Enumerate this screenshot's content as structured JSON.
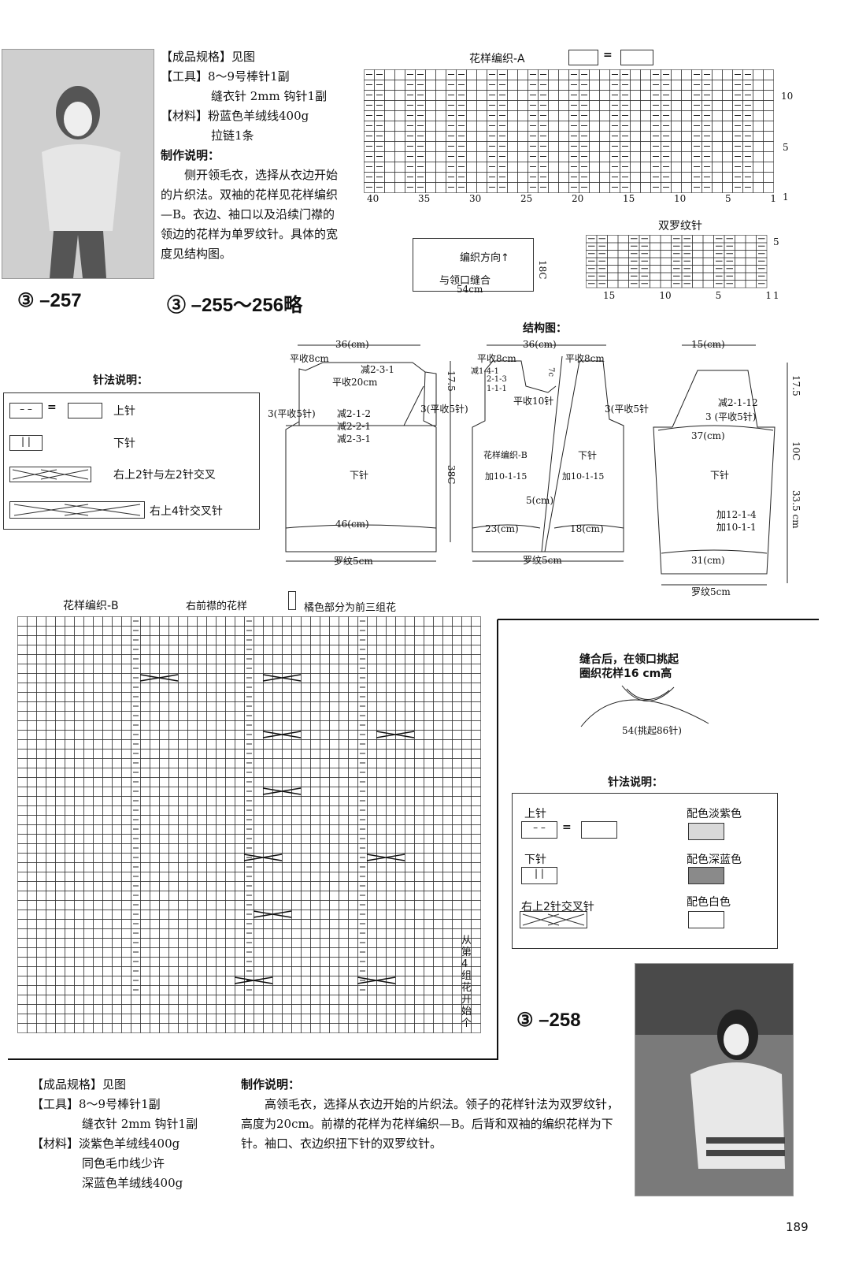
{
  "p257": {
    "spec_lines": [
      "【成品规格】见图",
      "【工具】8～9号棒针1副",
      "缝衣针 2mm 钩针1副",
      "【材料】粉蓝色羊绒线400g",
      "拉链1条"
    ],
    "instr_title": "制作说明：",
    "instr_text": "侧开领毛衣，选择从衣边开始的片织法。双袖的花样见花样编织—B。衣边、袖口以及沿续门襟的领边的花样为单罗纹针。具体的宽度见结构图。",
    "id": "③ –257",
    "omitted": "③ –255～256略"
  },
  "patternA": {
    "title": "花样编织-A",
    "row_labels": [
      "10",
      "5",
      "1"
    ],
    "col_labels": [
      "40",
      "35",
      "30",
      "25",
      "20",
      "15",
      "10",
      "5",
      "1"
    ]
  },
  "small_piece": {
    "dir": "编织方向↑",
    "seam": "与领口缝合",
    "w": "54cm",
    "h": "18C"
  },
  "double_rib": {
    "title": "双罗纹针",
    "row_labels": [
      "5",
      "1"
    ],
    "col_labels": [
      "15",
      "10",
      "5",
      "1"
    ]
  },
  "structure": {
    "title": "结构图：",
    "back": {
      "top": "36(cm)",
      "l1": "平收8cm",
      "l2": "减2-3-1",
      "l3": "平收20cm",
      "side": "3(平收5针)",
      "d1": "减2-1-2",
      "d2": "减2-2-1",
      "d3": "减2-3-1",
      "center": "下针",
      "bottom": "46(cm)",
      "rib": "罗纹5cm",
      "h1": "17.5",
      "h2": "38C"
    },
    "front": {
      "top": "36(cm)",
      "l1": "平收8cm",
      "l2": "平收8cm",
      "n1": "减1-4-1",
      "n2": "2-1-3",
      "n3": "1-1-1",
      "n4": "7c",
      "n5": "平收10针",
      "side1": "3(平收5针)",
      "side2": "3(平收5针",
      "pattern": "花样编织-B",
      "knit": "下针",
      "inc1": "加10-1-15",
      "inc2": "加10-1-15",
      "c": "5(cm)",
      "b1": "23(cm)",
      "b2": "18(cm)",
      "rib": "罗纹5cm"
    },
    "sleeve": {
      "top": "15(cm)",
      "d": "减2-1-12",
      "side": "3 (平收5针)",
      "mid": "37(cm)",
      "knit": "下针",
      "i1": "加12-1-4",
      "i2": "加10-1-1",
      "bottom": "31(cm)",
      "rib": "罗纹5cm",
      "h1": "17.5",
      "h2": "10C",
      "h3": "33.5 cm"
    }
  },
  "legend1": {
    "title": "针法说明：",
    "items": [
      "上针",
      "下针",
      "右上2针与左2针交叉",
      "右上4针交叉针"
    ]
  },
  "patternB": {
    "title": "花样编织-B",
    "sub": "右前襟的花样",
    "note": "橘色部分为前三组花",
    "side_note": "从第4组花开始个"
  },
  "neck": {
    "t1": "缝合后，在领口挑起",
    "t2": "圈织花样16 cm高",
    "w": "54(挑起86针)"
  },
  "legend2": {
    "title": "针法说明：",
    "items": [
      "上针",
      "下针",
      "右上2针交叉针"
    ],
    "colors": [
      {
        "label": "配色淡紫色",
        "hex": "#d9d9d9"
      },
      {
        "label": "配色深蓝色",
        "hex": "#8a8a8a"
      },
      {
        "label": "配色白色",
        "hex": "#ffffff"
      }
    ]
  },
  "p258": {
    "id": "③ –258",
    "spec_lines": [
      "【成品规格】见图",
      "【工具】8～9号棒针1副",
      "缝衣针 2mm 钩针1副",
      "【材料】淡紫色羊绒线400g",
      "同色毛巾线少许",
      "深蓝色羊绒线400g"
    ],
    "instr_title": "制作说明：",
    "instr_text": "高领毛衣，选择从衣边开始的片织法。领子的花样针法为双罗纹针，高度为20cm。前襟的花样为花样编织—B。后背和双袖的编织花样为下针。袖口、衣边织扭下针的双罗纹针。"
  },
  "page_number": "189"
}
